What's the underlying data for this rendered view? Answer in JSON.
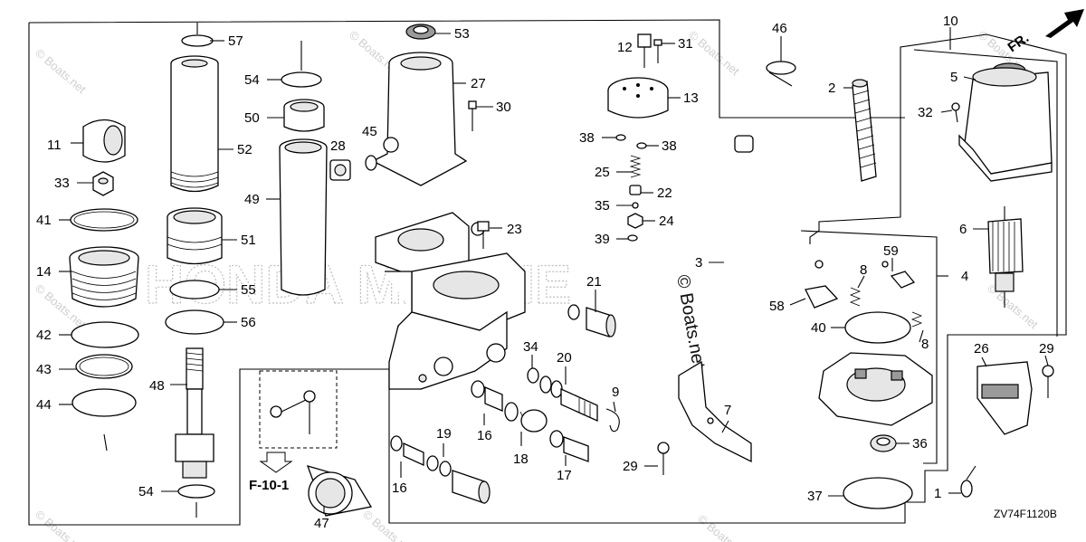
{
  "diagram": {
    "code": "ZV74F1120B",
    "direction_label": "FR.",
    "ref_label": "F-10-1",
    "watermark_text": "© Boats.net",
    "watermark_large": "© Boats.net",
    "brand_watermark": "HONDA MARINE"
  },
  "callouts": [
    {
      "id": "c1",
      "text": "1"
    },
    {
      "id": "c2",
      "text": "2"
    },
    {
      "id": "c3",
      "text": "3"
    },
    {
      "id": "c4",
      "text": "4"
    },
    {
      "id": "c5",
      "text": "5"
    },
    {
      "id": "c6",
      "text": "6"
    },
    {
      "id": "c7",
      "text": "7"
    },
    {
      "id": "c8a",
      "text": "8"
    },
    {
      "id": "c8b",
      "text": "8"
    },
    {
      "id": "c9",
      "text": "9"
    },
    {
      "id": "c10",
      "text": "10"
    },
    {
      "id": "c11",
      "text": "11"
    },
    {
      "id": "c12",
      "text": "12"
    },
    {
      "id": "c13",
      "text": "13"
    },
    {
      "id": "c14",
      "text": "14"
    },
    {
      "id": "c16a",
      "text": "16"
    },
    {
      "id": "c16b",
      "text": "16"
    },
    {
      "id": "c17",
      "text": "17"
    },
    {
      "id": "c18",
      "text": "18"
    },
    {
      "id": "c19",
      "text": "19"
    },
    {
      "id": "c20",
      "text": "20"
    },
    {
      "id": "c21",
      "text": "21"
    },
    {
      "id": "c22",
      "text": "22"
    },
    {
      "id": "c23",
      "text": "23"
    },
    {
      "id": "c24",
      "text": "24"
    },
    {
      "id": "c25",
      "text": "25"
    },
    {
      "id": "c26",
      "text": "26"
    },
    {
      "id": "c27",
      "text": "27"
    },
    {
      "id": "c28",
      "text": "28"
    },
    {
      "id": "c29a",
      "text": "29"
    },
    {
      "id": "c29b",
      "text": "29"
    },
    {
      "id": "c30",
      "text": "30"
    },
    {
      "id": "c31",
      "text": "31"
    },
    {
      "id": "c32",
      "text": "32"
    },
    {
      "id": "c33",
      "text": "33"
    },
    {
      "id": "c34",
      "text": "34"
    },
    {
      "id": "c35",
      "text": "35"
    },
    {
      "id": "c36",
      "text": "36"
    },
    {
      "id": "c37",
      "text": "37"
    },
    {
      "id": "c38a",
      "text": "38"
    },
    {
      "id": "c38b",
      "text": "38"
    },
    {
      "id": "c39",
      "text": "39"
    },
    {
      "id": "c40",
      "text": "40"
    },
    {
      "id": "c41",
      "text": "41"
    },
    {
      "id": "c42",
      "text": "42"
    },
    {
      "id": "c43",
      "text": "43"
    },
    {
      "id": "c44",
      "text": "44"
    },
    {
      "id": "c45",
      "text": "45"
    },
    {
      "id": "c46",
      "text": "46"
    },
    {
      "id": "c47",
      "text": "47"
    },
    {
      "id": "c48",
      "text": "48"
    },
    {
      "id": "c49",
      "text": "49"
    },
    {
      "id": "c50",
      "text": "50"
    },
    {
      "id": "c51",
      "text": "51"
    },
    {
      "id": "c52",
      "text": "52"
    },
    {
      "id": "c53",
      "text": "53"
    },
    {
      "id": "c54a",
      "text": "54"
    },
    {
      "id": "c54b",
      "text": "54"
    },
    {
      "id": "c55",
      "text": "55"
    },
    {
      "id": "c56",
      "text": "56"
    },
    {
      "id": "c57",
      "text": "57"
    },
    {
      "id": "c58",
      "text": "58"
    },
    {
      "id": "c59",
      "text": "59"
    }
  ]
}
